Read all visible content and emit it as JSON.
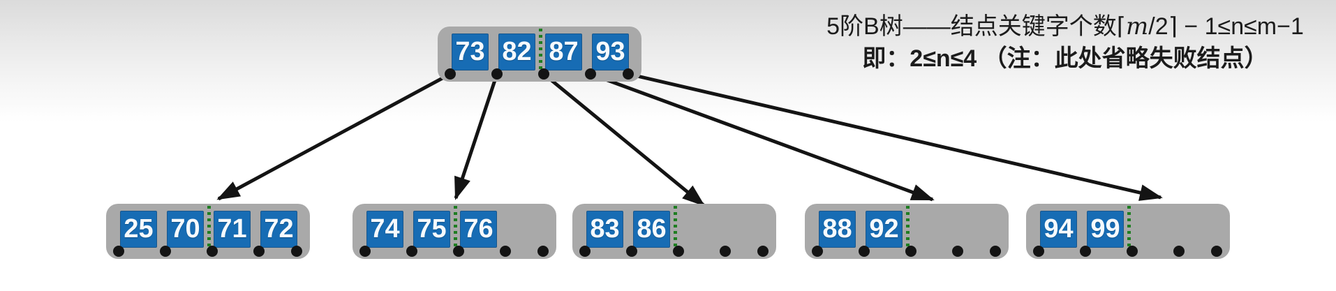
{
  "caption": {
    "line1_prefix": "5阶B树——结点关键字个数",
    "formula": {
      "open": "⌈",
      "var": "m",
      "after": "/2⌉",
      "tail": " − 1≤n≤m−1"
    },
    "line2": "即：2≤n≤4 （注：此处省略失败结点）"
  },
  "tree": {
    "type": "b-tree",
    "order": "5",
    "root": {
      "keys": [
        "73",
        "82",
        "87",
        "93"
      ]
    },
    "children": [
      {
        "keys": [
          "25",
          "70",
          "71",
          "72"
        ]
      },
      {
        "keys": [
          "74",
          "75",
          "76"
        ]
      },
      {
        "keys": [
          "83",
          "86"
        ]
      },
      {
        "keys": [
          "88",
          "92"
        ]
      },
      {
        "keys": [
          "94",
          "99"
        ]
      }
    ]
  },
  "colors": {
    "node_gray": "#a9a9a9",
    "key_blue": "#176cb4",
    "key_text": "#f6fafd",
    "divider_green": "#1f7e22",
    "arrow_black": "#141414",
    "background_top": "#dbdbdb",
    "background_bottom": "#ffffff"
  }
}
